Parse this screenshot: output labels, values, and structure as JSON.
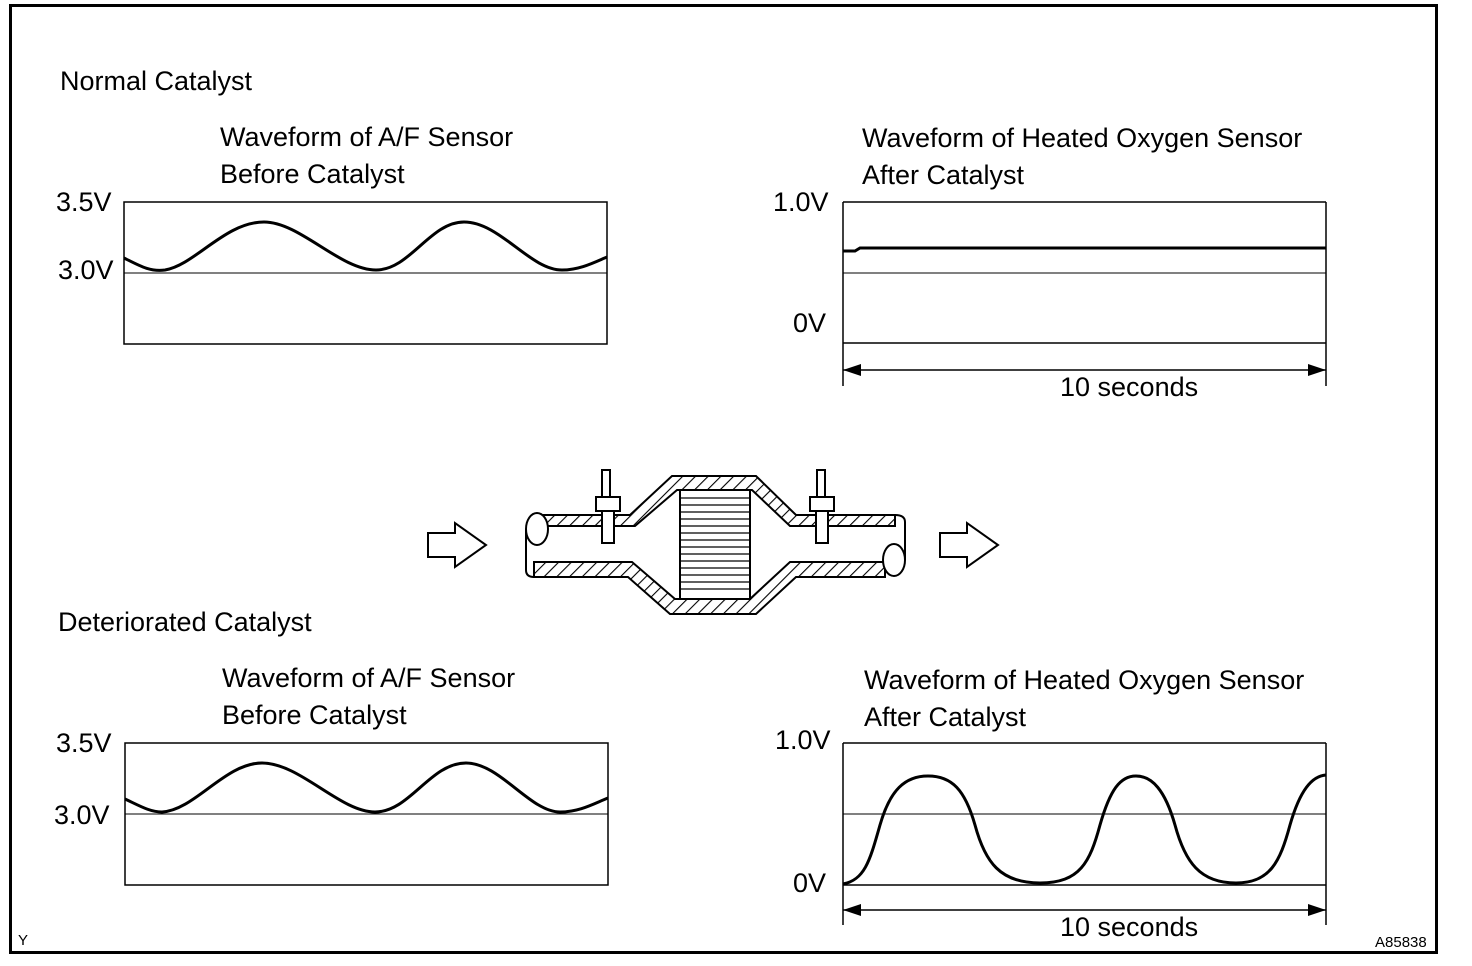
{
  "sections": {
    "normal": "Normal Catalyst",
    "deteriorated": "Deteriorated Catalyst"
  },
  "panels": {
    "normal_af": {
      "title_line1": "Waveform of A/F Sensor",
      "title_line2": "Before Catalyst",
      "y_top": "3.5V",
      "y_mid": "3.0V"
    },
    "normal_ho": {
      "title_line1": "Waveform of Heated Oxygen Sensor",
      "title_line2": "After Catalyst",
      "y_top": "1.0V",
      "y_bottom": "0V",
      "duration": "10 seconds"
    },
    "det_af": {
      "title_line1": "Waveform of A/F Sensor",
      "title_line2": "Before Catalyst",
      "y_top": "3.5V",
      "y_mid": "3.0V"
    },
    "det_ho": {
      "title_line1": "Waveform of Heated Oxygen Sensor",
      "title_line2": "After Catalyst",
      "y_top": "1.0V",
      "y_bottom": "0V",
      "duration": "10 seconds"
    }
  },
  "corner_left": "Y",
  "figure_code": "A85838"
}
